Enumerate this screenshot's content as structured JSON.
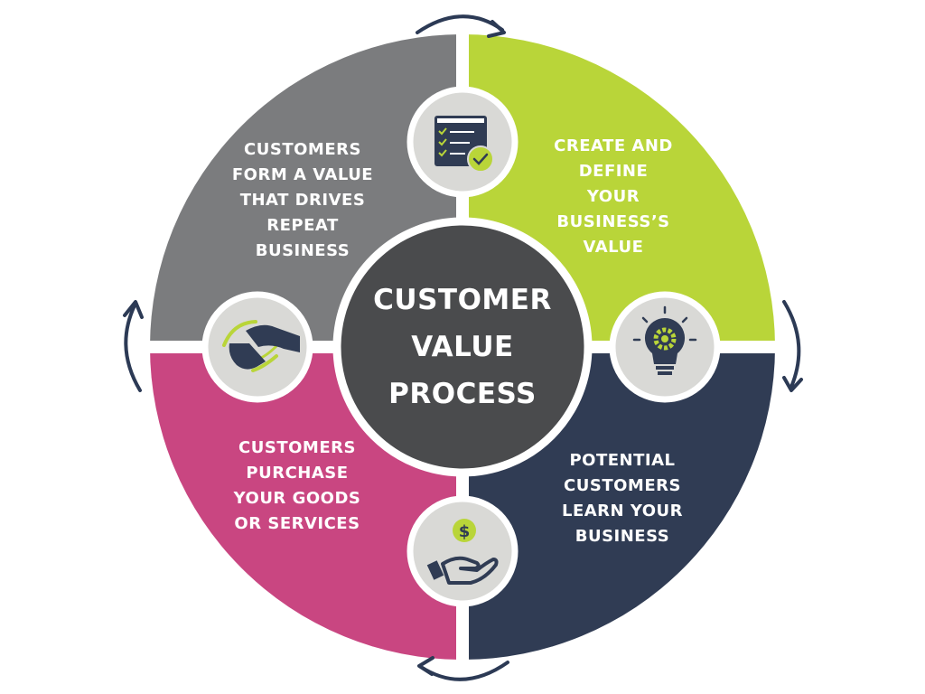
{
  "title": "CUSTOMER\nVALUE\nPROCESS",
  "colors": {
    "gray": "#7b7c7e",
    "green": "#b9d539",
    "pink": "#c94681",
    "navy": "#303c54",
    "center": "#4a4b4d",
    "icon_bg": "#d9d9d6",
    "arrow": "#2c3a55"
  },
  "quadrants": [
    {
      "position": "top-left",
      "text": "CUSTOMERS\nFORM A VALUE\nTHAT DRIVES\nREPEAT\nBUSINESS"
    },
    {
      "position": "top-right",
      "text": "CREATE AND\nDEFINE\nYOUR\nBUSINESS’S\nVALUE"
    },
    {
      "position": "bottom-right",
      "text": "POTENTIAL\nCUSTOMERS\nLEARN YOUR\nBUSINESS"
    },
    {
      "position": "bottom-left",
      "text": "CUSTOMERS\nPURCHASE\nYOUR GOODS\nOR SERVICES"
    }
  ],
  "icons": [
    {
      "name": "checklist-icon"
    },
    {
      "name": "lightbulb-gear-icon"
    },
    {
      "name": "hand-coin-icon"
    },
    {
      "name": "handshake-icon"
    }
  ],
  "coin_symbol": "$"
}
